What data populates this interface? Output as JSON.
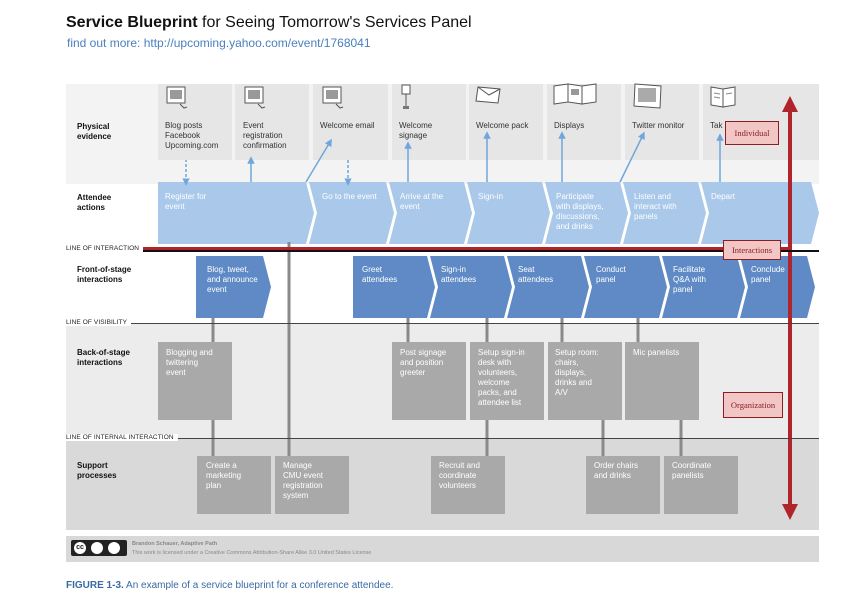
{
  "header": {
    "title_bold": "Service Blueprint",
    "title_rest": " for Seeing Tomorrow's Services Panel",
    "subtitle": "find out more: http://upcoming.yahoo.com/event/1768041"
  },
  "lanes": {
    "physical": "Physical\nevidence",
    "attendee": "Attendee\nactions",
    "front": "Front-of-stage\ninteractions",
    "back": "Back-of-stage\ninteractions",
    "support": "Support\nprocesses"
  },
  "lines": {
    "interaction": "LINE OF INTERACTION",
    "visibility": "LINE OF VISIBILITY",
    "internal": "LINE OF INTERNAL INTERACTION"
  },
  "physical_evidence": [
    "Blog posts\nFacebook\nUpcoming.com",
    "Event\nregistration\nconfirmation",
    "Welcome email",
    "Welcome\nsignage",
    "Welcome pack",
    "Displays",
    "Twitter monitor",
    "Tak"
  ],
  "attendee_actions": [
    "Register for\nevent",
    "Go to the event",
    "Arrive at the\nevent",
    "Sign-in",
    "Participate\nwith displays,\ndiscussions,\nand drinks",
    "Listen and\ninteract with\npanels",
    "Depart"
  ],
  "front_stage": [
    "Blog, tweet,\nand announce\nevent",
    "Greet\nattendees",
    "Sign-in\nattendees",
    "Seat\nattendees",
    "Conduct\npanel",
    "Facilitate\nQ&A with\npanel",
    "Conclude\npanel"
  ],
  "back_stage": [
    "Blogging and\ntwittering\nevent",
    "Post signage\nand position\ngreeter",
    "Setup sign-in\ndesk with\nvolunteers,\nwelcome\npacks, and\nattendee list",
    "Setup room:\nchairs,\ndisplays,\ndrinks and\nA/V",
    "Mic panelists"
  ],
  "support": [
    "Create a\nmarketing\nplan",
    "Manage\nCMU event\nregistration\nsystem",
    "Recruit and\ncoordinate\nvolunteers",
    "Order chairs\nand drinks",
    "Coordinate\npanelists"
  ],
  "annotations": {
    "individual": "Individual",
    "interactions": "Interactions",
    "organization": "Organization"
  },
  "footer": {
    "author": "Brandon Schauer, Adaptive Path",
    "license": "This work is licensed under a Creative Commons Attribution-Share Alike 3.0 United States License",
    "cc_label": "cc"
  },
  "caption": {
    "label": "FIGURE 1-3.",
    "text": " An example of a service blueprint for a conference attendee."
  },
  "colors": {
    "attendee": "#a9c8ea",
    "front": "#5f8ac5",
    "back": "#a9a9a9",
    "accent_red": "#b0242b",
    "link": "#4a7fbf"
  }
}
